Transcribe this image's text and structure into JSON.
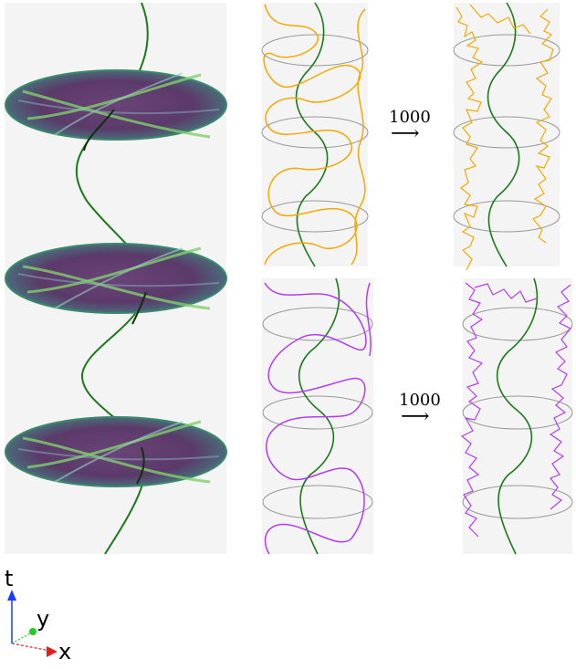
{
  "arrows": {
    "top_label": "1000",
    "bottom_label": "1000"
  },
  "axes": {
    "t_label": "t",
    "y_label": "y",
    "x_label": "x"
  },
  "colors": {
    "helix": "#1a7a1a",
    "orange_path": "#f2a900",
    "purple_path": "#b43cf0",
    "disc_base": "#5a3a66",
    "disc_band": "#7fd06a",
    "ellipse": "#999999",
    "panel_bg": "#f4f4f4",
    "axis_t": "#1a3cff",
    "axis_x": "#e02020",
    "axis_y": "#22cc22"
  }
}
